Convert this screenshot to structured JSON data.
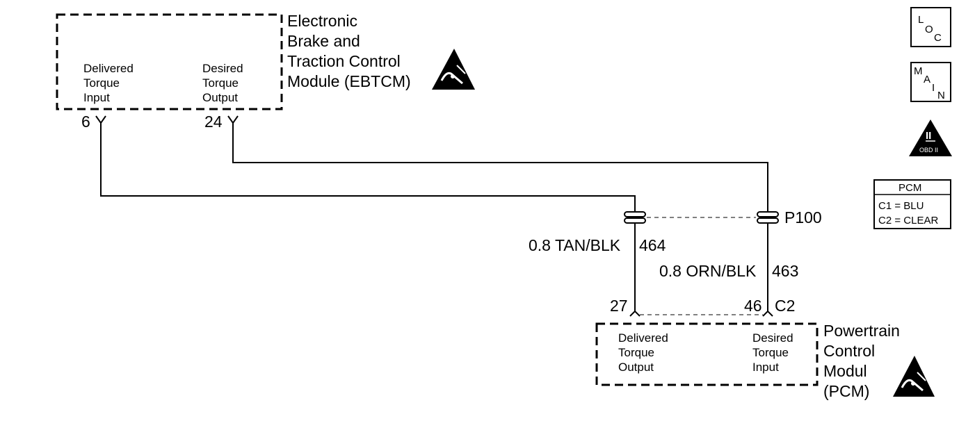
{
  "ebtcm": {
    "title_lines": [
      "Electronic",
      "Brake and",
      "Traction Control",
      "Module (EBTCM)"
    ],
    "left_label": [
      "Delivered",
      "Torque",
      "Input"
    ],
    "right_label": [
      "Desired",
      "Torque",
      "Output"
    ],
    "pin_left": "6",
    "pin_right": "24"
  },
  "pcm": {
    "title_lines": [
      "Powertrain",
      "Control",
      "Modul",
      "(PCM)"
    ],
    "left_label": [
      "Delivered",
      "Torque",
      "Output"
    ],
    "right_label": [
      "Desired",
      "Torque",
      "Input"
    ],
    "pin_left": "27",
    "pin_right": "46",
    "connector": "C2"
  },
  "wires": {
    "left_desc": "0.8 TAN/BLK",
    "left_circuit": "464",
    "right_desc": "0.8 ORN/BLK",
    "right_circuit": "463",
    "connector": "P100"
  },
  "legend": {
    "loc": [
      "L",
      "O",
      "C"
    ],
    "main": [
      "M",
      "A",
      "I",
      "N"
    ],
    "obd_numeral": "II",
    "obd_text": "OBD II",
    "pcm_table": {
      "title": "PCM",
      "rows": [
        "C1 = BLU",
        "C2 = CLEAR"
      ]
    }
  },
  "icons": [
    "esd-icon",
    "esd-icon",
    "loc-icon",
    "main-icon",
    "obd-ii-icon"
  ]
}
